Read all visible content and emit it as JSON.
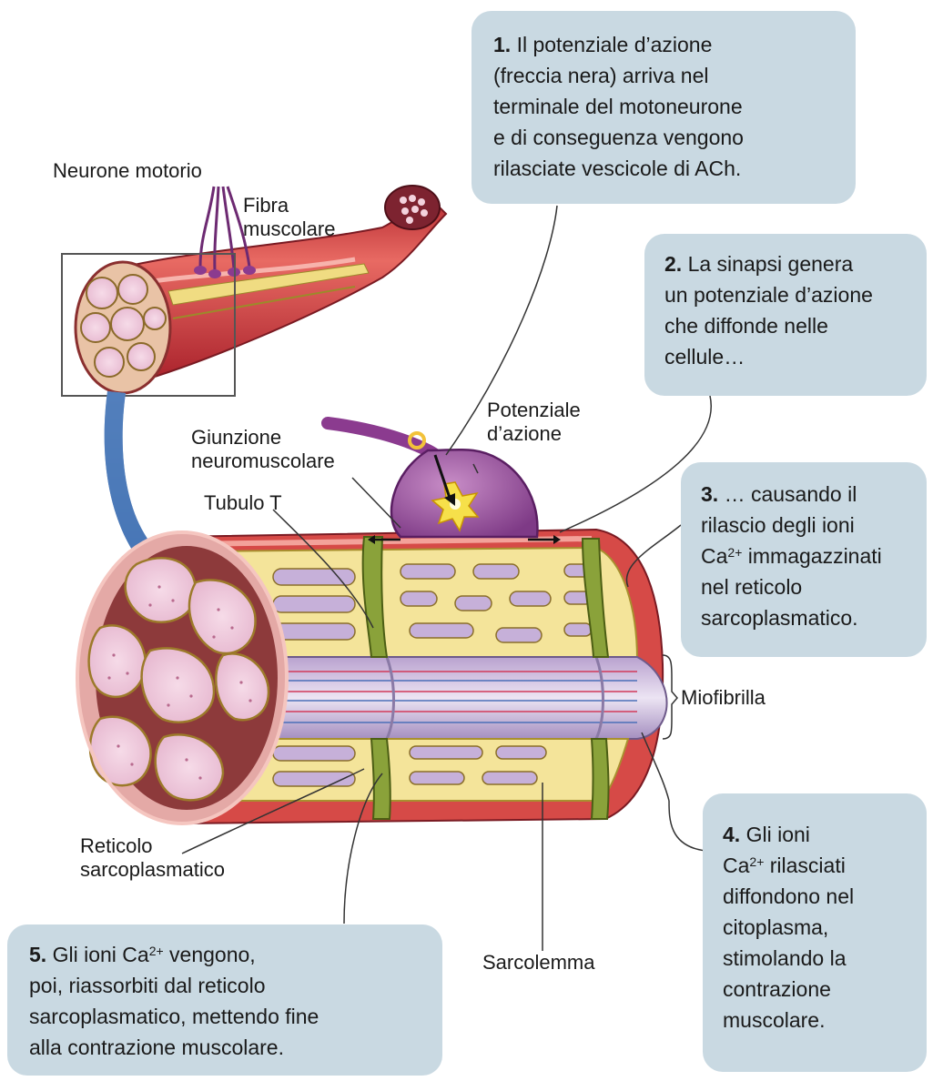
{
  "labels": {
    "neurone_motorio": "Neurone motorio",
    "fibra_muscolare": [
      "Fibra",
      "muscolare"
    ],
    "potenziale_azione": [
      "Potenziale",
      "d’azione"
    ],
    "giunzione": [
      "Giunzione",
      "neuromuscolare"
    ],
    "tubulo_t": "Tubulo T",
    "miofibrilla": "Miofibrilla",
    "reticolo": [
      "Reticolo",
      "sarcoplasmatico"
    ],
    "sarcolemma": "Sarcolemma"
  },
  "steps": {
    "s1": {
      "num": "1.",
      "lines": [
        "Il potenziale d’azione",
        "(freccia nera) arriva nel",
        "terminale del motoneurone",
        "e di conseguenza vengono",
        "rilasciate vescicole di ACh."
      ]
    },
    "s2": {
      "num": "2.",
      "lines": [
        "La sinapsi genera",
        "un potenziale d’azione",
        "che diffonde nelle",
        "cellule…"
      ]
    },
    "s3": {
      "num": "3.",
      "line1": "… causando il",
      "line2": "rilascio degli ioni",
      "line3_pre": "Ca",
      "line3_sup": "2+",
      "line3_post": " immagazzinati",
      "line4": "nel reticolo",
      "line5": "sarcoplasmatico."
    },
    "s4": {
      "num": "4.",
      "line1": "Gli ioni",
      "line2_pre": "Ca",
      "line2_sup": "2+",
      "line2_post": " rilasciati",
      "line3": "diffondono nel",
      "line4": "citoplasma,",
      "line5": "stimolando la",
      "line6": "contrazione",
      "line7": "muscolare."
    },
    "s5": {
      "num": "5.",
      "line1_pre": "Gli ioni Ca",
      "line1_sup": "2+",
      "line1_post": " vengono,",
      "line2": "poi, riassorbiti dal reticolo",
      "line3": "sarcoplasmatico, mettendo fine",
      "line4": "alla contrazione muscolare."
    }
  },
  "colors": {
    "box": "#c9d9e2",
    "muscle_red": "#d23b3b",
    "reticulum_yellow": "#f4e49a",
    "myofibril_lilac": "#c7b2d8",
    "neuron_purple": "#9a4f9e",
    "t_tubule_green": "#8aa23a",
    "arrow_blue": "#4a79b8"
  }
}
